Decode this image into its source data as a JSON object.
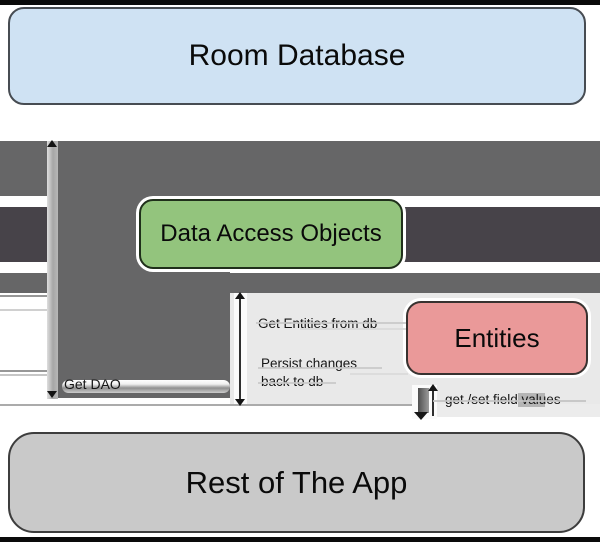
{
  "boxes": {
    "room": {
      "label": "Room Database",
      "fill": "#cfe2f3"
    },
    "dao": {
      "label": "Data Access Objects",
      "fill": "#93c47d"
    },
    "entities": {
      "label": "Entities",
      "fill": "#ea9999"
    },
    "app": {
      "label": "Rest of The App",
      "fill": "#c9c9c9"
    }
  },
  "arrow_labels": {
    "get_dao": "Get DAO",
    "get_entities_from_db": "Get Entities from db",
    "persist_changes_line1": "Persist changes",
    "persist_changes_line2": "back to db",
    "get_set_field_values": "get /set field values"
  },
  "colors": {
    "arrow_gray": "#666667",
    "arrow_dark_gray": "#474349",
    "strip_gray": "#b3b3b3",
    "panel_gray": "#e9e9e9",
    "frame_black": "#0a0a0a"
  }
}
